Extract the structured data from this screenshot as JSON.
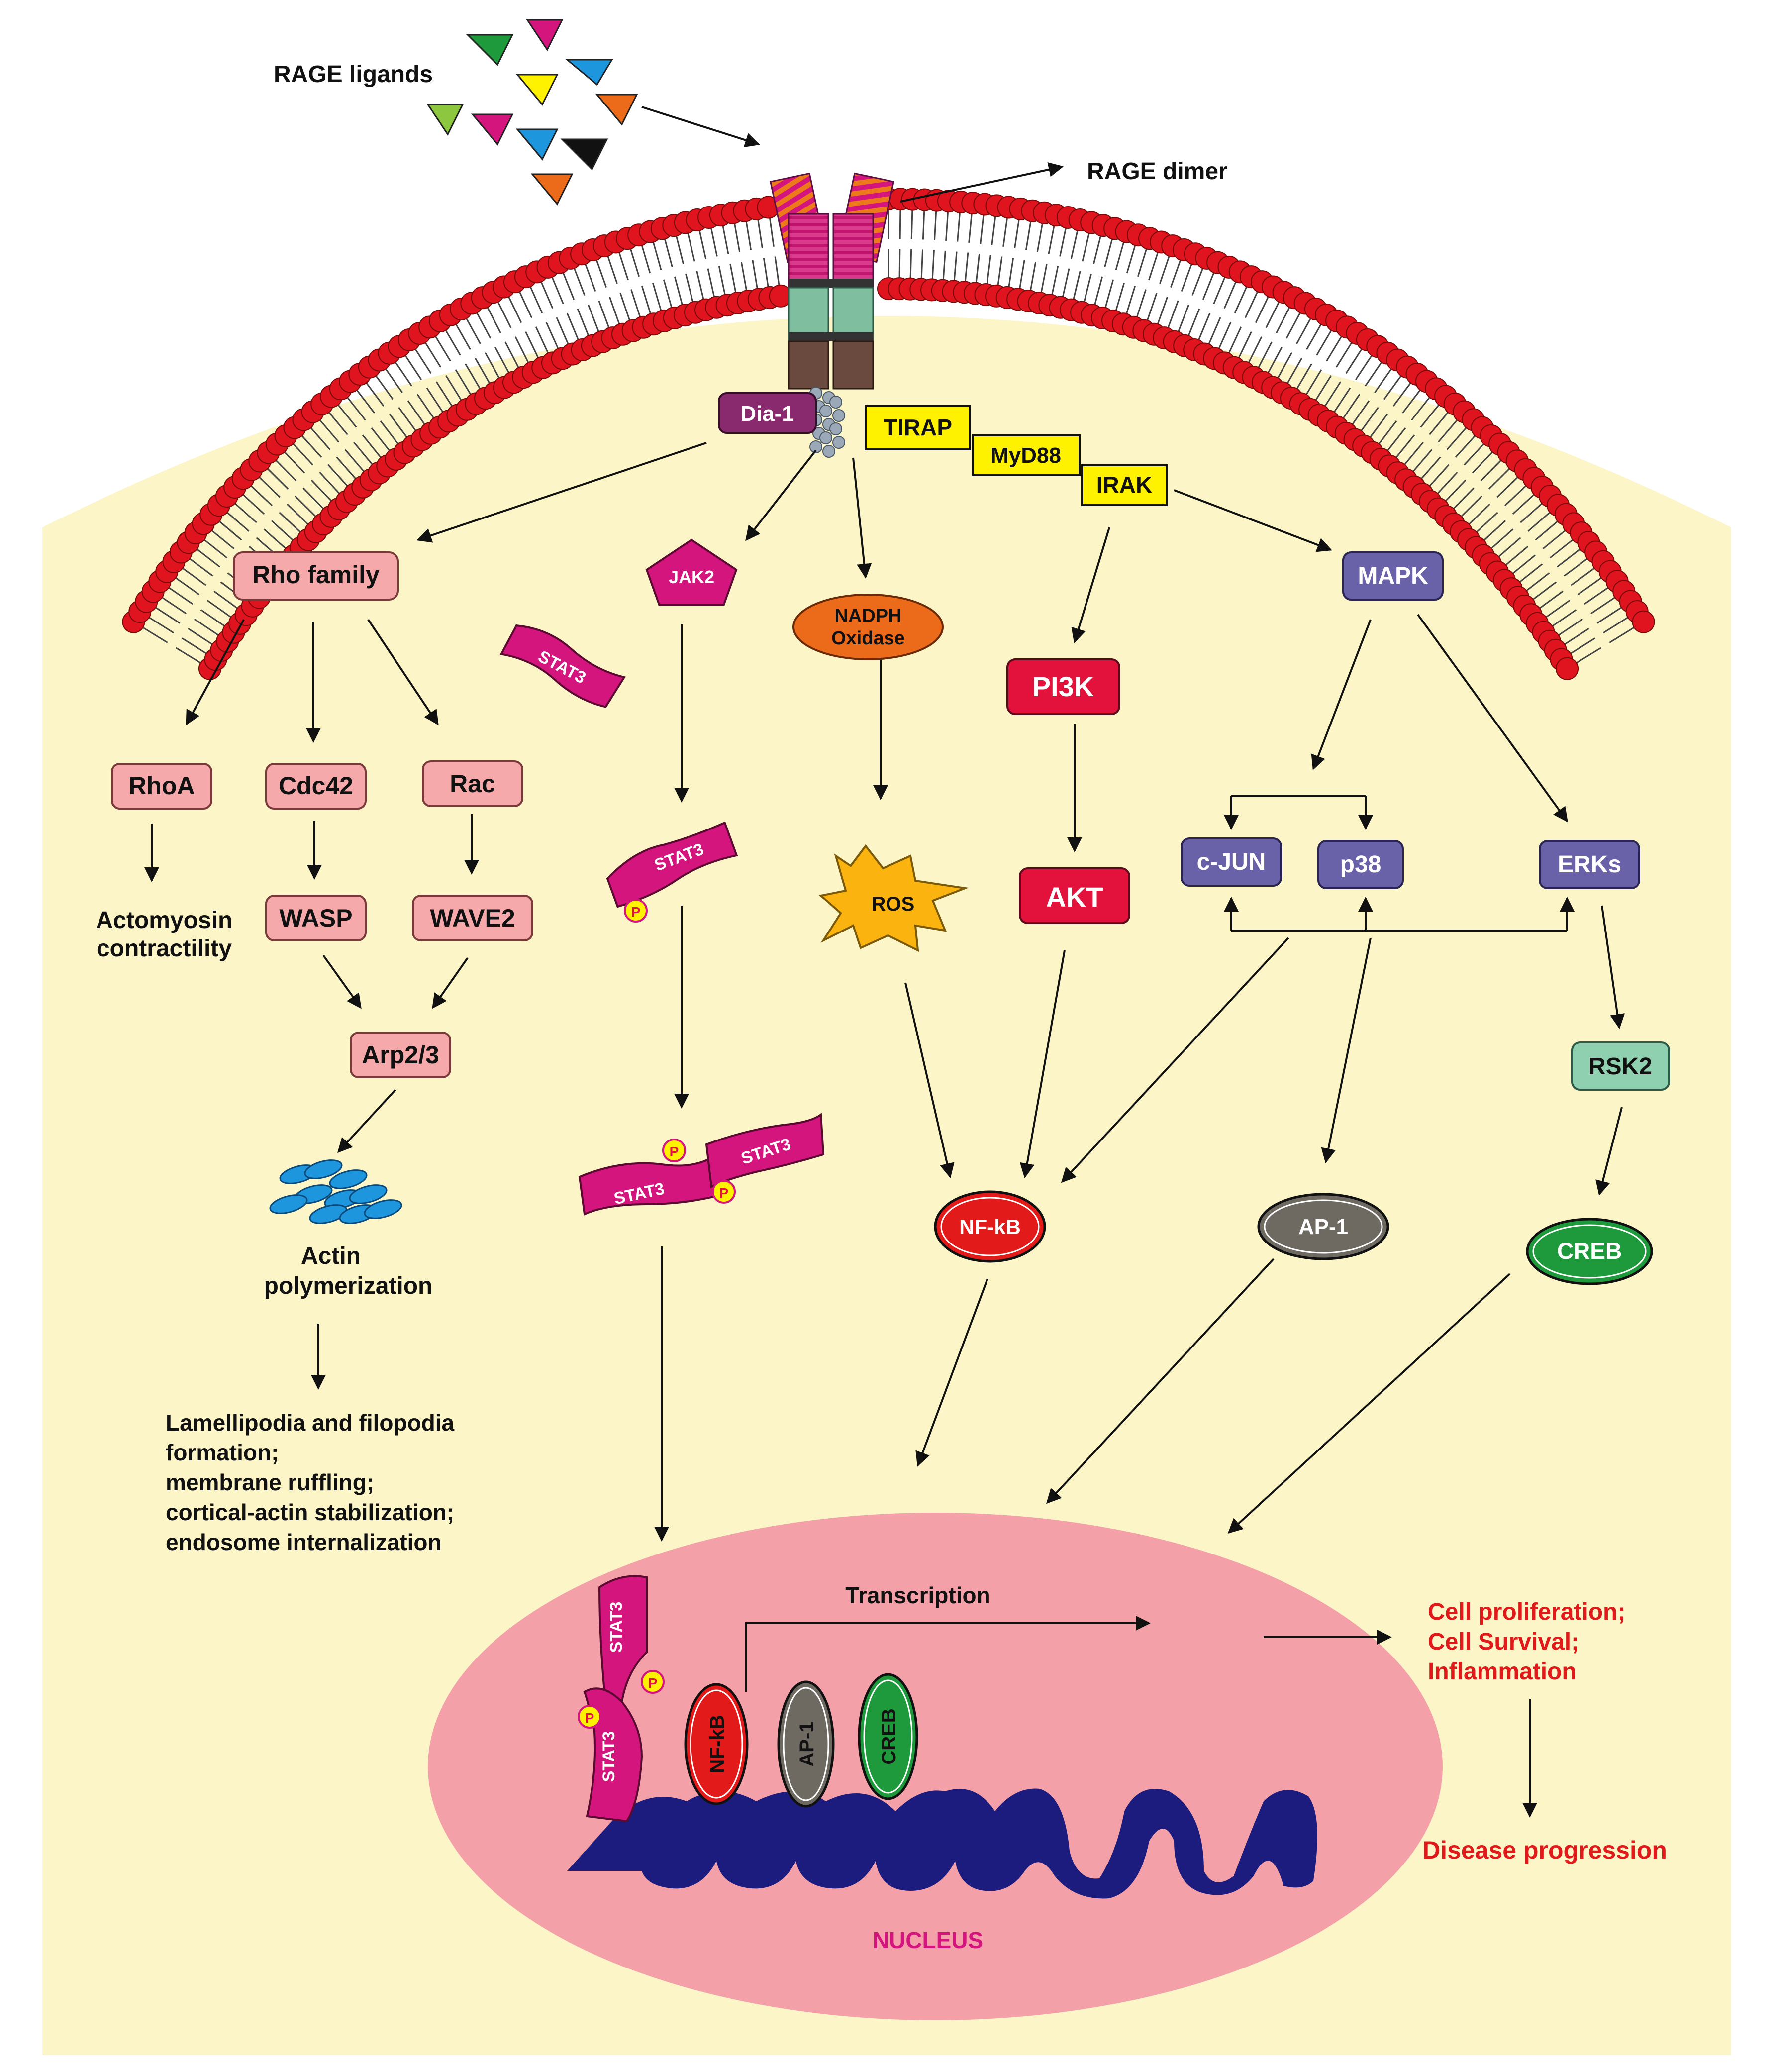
{
  "labels": {
    "rage_ligands": "RAGE ligands",
    "rage_dimer": "RAGE dimer",
    "dia1": "Dia-1",
    "tirap": "TIRAP",
    "myd88": "MyD88",
    "irak": "IRAK",
    "rho_family": "Rho family",
    "jak2": "JAK2",
    "stat3": "STAT3",
    "nadph_line1": "NADPH",
    "nadph_line2": "Oxidase",
    "pi3k": "PI3K",
    "mapk": "MAPK",
    "rhoa": "RhoA",
    "cdc42": "Cdc42",
    "rac": "Rac",
    "wasp": "WASP",
    "wave2": "WAVE2",
    "arp23": "Arp2/3",
    "actomyosin_line1": "Actomyosin",
    "actomyosin_line2": "contractility",
    "actin_line1": "Actin",
    "actin_line2": "polymerization",
    "ros": "ROS",
    "akt": "AKT",
    "cjun": "c-JUN",
    "p38": "p38",
    "erks": "ERKs",
    "rsk2": "RSK2",
    "nfkb": "NF-kB",
    "ap1": "AP-1",
    "creb": "CREB",
    "phospho": "P",
    "transcription": "Transcription",
    "nucleus": "NUCLEUS"
  },
  "lamellipodia_lines": [
    "Lamellipodia and filopodia",
    "formation;",
    "membrane ruffling;",
    "cortical-actin stabilization;",
    "endosome internalization"
  ],
  "outcome_lines": [
    "Cell proliferation;",
    "Cell Survival;",
    "Inflammation"
  ],
  "disease": "Disease progression",
  "colors": {
    "cytoplasm": "#fbf5c8",
    "lipid_head": "#e0141e",
    "nucleus": "#f4a0a8",
    "pink_box": "#f6a9aa",
    "magenta": "#d4157e",
    "purple_box": "#6a62a8",
    "yellow_box": "#fff200",
    "red_box": "#e2123c",
    "orange": "#ec6b1a",
    "ros": "#fbb40f",
    "rsk2": "#8fd0b0",
    "nfkb": "#e21a1a",
    "ap1": "#6e6a62",
    "creb": "#1e9a3c",
    "chromatin": "#1c1c7e",
    "dia1": "#8a2a6e",
    "outcome_text": "#e01a1a",
    "nucleus_text": "#d4157e",
    "actin": "#1e96de"
  }
}
